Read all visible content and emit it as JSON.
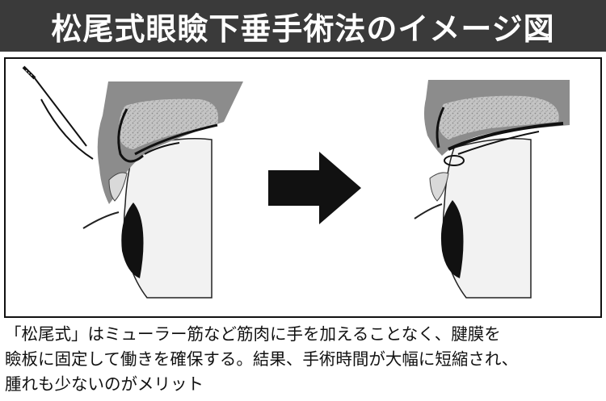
{
  "title": "松尾式眼瞼下垂手術法のイメージ図",
  "caption": {
    "line1": "「松尾式」はミューラー筋など筋肉に手を加えることなく、腱膜を",
    "line2": "瞼板に固定して働きを確保する。結果、手術時間が大幅に短縮され、",
    "line3": "腫れも少ないのがメリット"
  },
  "colors": {
    "title_bg": "#3a3a3a",
    "title_text": "#ffffff",
    "muscle_gray": "#8c8c8c",
    "fat_texture": "#c8c8c8",
    "eyeball": "#f2f2f2",
    "pupil": "#111111",
    "arrow": "#111111"
  },
  "icons": {
    "arrow": "right-arrow-icon",
    "needle": "surgical-needle-icon"
  }
}
